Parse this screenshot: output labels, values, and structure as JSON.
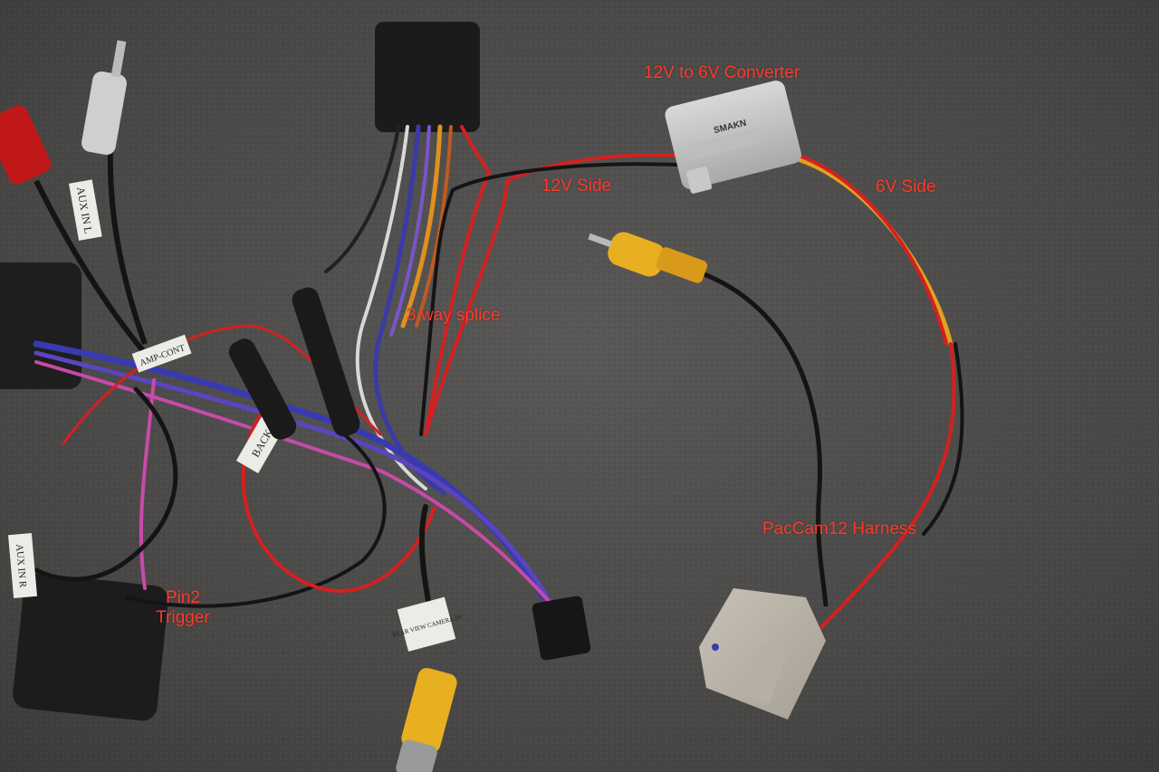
{
  "annotations": {
    "converter": "12V to 6V Converter",
    "side_12v": "12V Side",
    "side_6v": "6V Side",
    "splice": "3 way splice",
    "harness": "PacCam12 Harness",
    "pin2_line1": "Pin2",
    "pin2_line2": "Trigger"
  },
  "tags": {
    "aux_l": "AUX IN L",
    "amp": "AMP-CONT",
    "back": "BACK",
    "aux_r": "AUX IN R",
    "rear_cam": "REAR VIEW CAMERA IN",
    "brand": "SMAKN"
  },
  "colors": {
    "label_red": "#ff3a2a",
    "carpet": "#4a4948",
    "wire_red": "#d42020",
    "wire_yellow": "#e0a020",
    "wire_black": "#141414",
    "rca_yellow": "#e8b020"
  }
}
